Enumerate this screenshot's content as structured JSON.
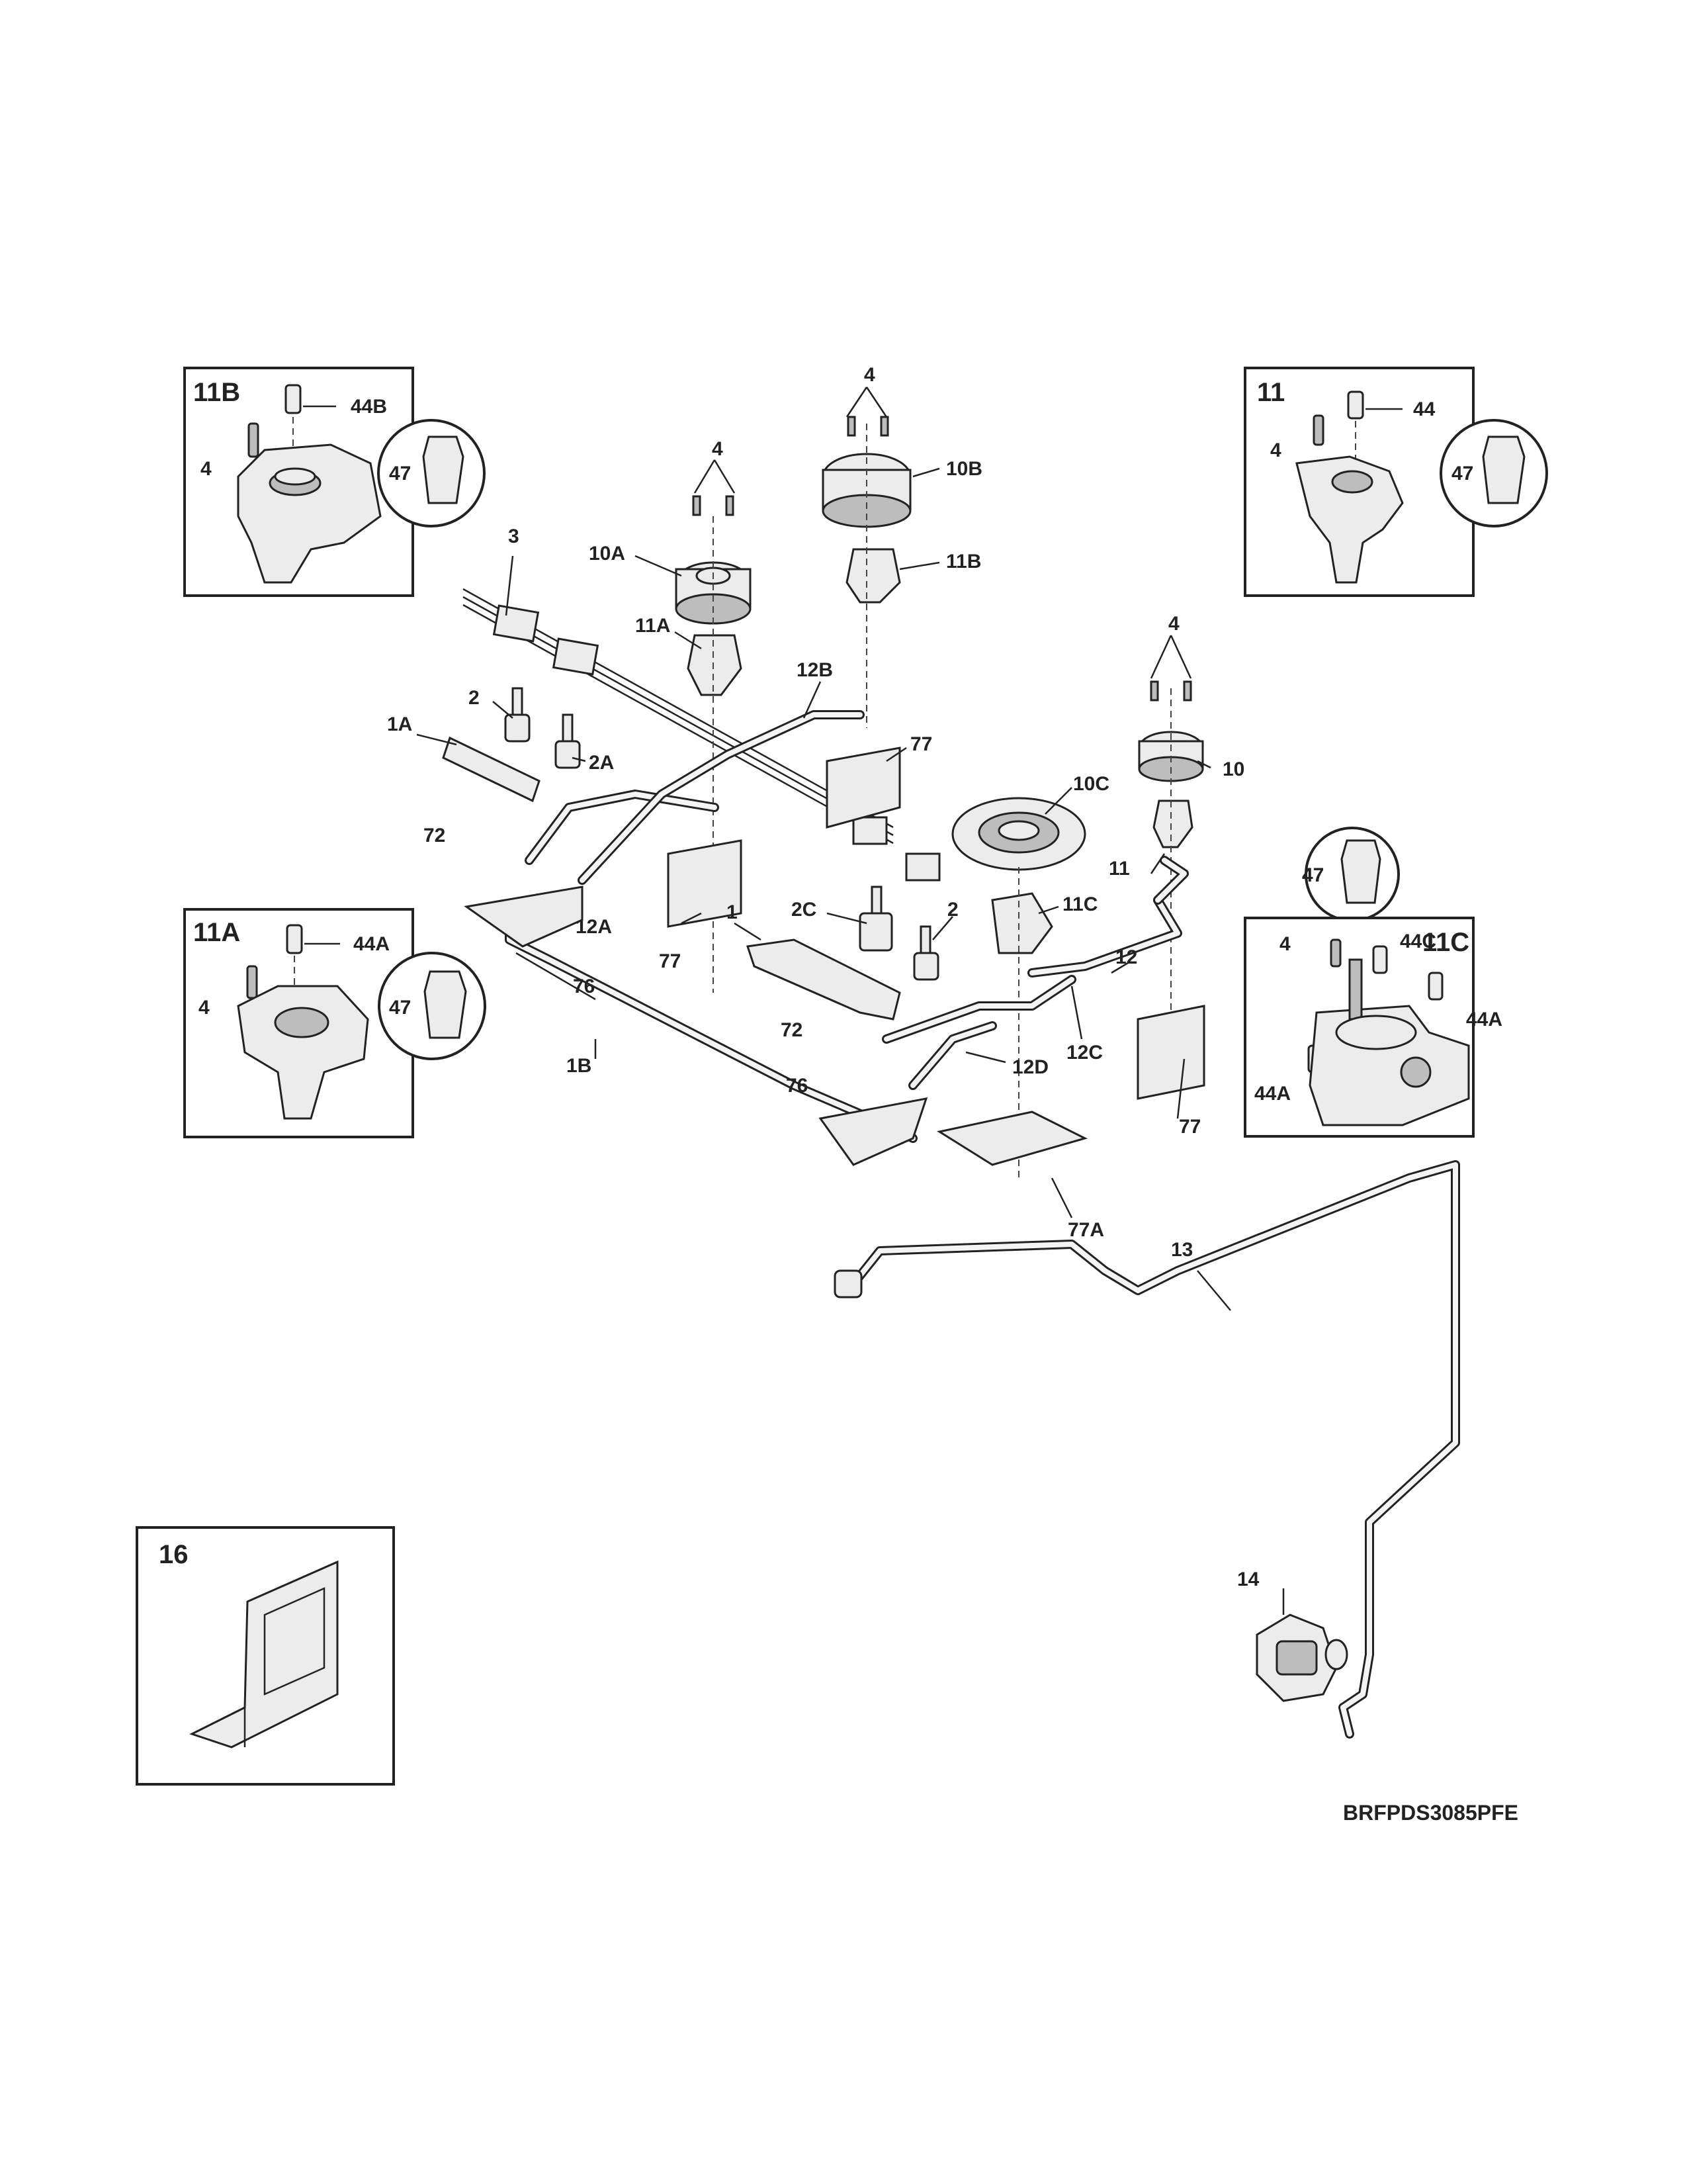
{
  "diagram_code": "BRFPDS3085PFE",
  "insets": {
    "b11B": {
      "title": "11B",
      "labels": {
        "screw": "4",
        "cap": "44B",
        "circle": "47"
      }
    },
    "b11": {
      "title": "11",
      "labels": {
        "screw": "4",
        "cap": "44",
        "circle": "47"
      }
    },
    "b11A": {
      "title": "11A",
      "labels": {
        "screw": "4",
        "cap": "44A",
        "circle": "47"
      }
    },
    "b11C": {
      "title": "11C",
      "labels": {
        "circle": "47",
        "screw": "4",
        "cap_c": "44C",
        "cap_a1": "44A",
        "cap_a2": "44A"
      }
    },
    "b16": {
      "title": "16"
    }
  },
  "callouts": {
    "c4_left": "4",
    "c4_mid": "4",
    "c4_right": "4",
    "c10A": "10A",
    "c10B": "10B",
    "c11B": "11B",
    "c11A": "11A",
    "c3": "3",
    "c12B": "12B",
    "c2_left": "2",
    "c2A": "2A",
    "c1A": "1A",
    "c72_left": "72",
    "c77_top": "77",
    "c10": "10",
    "c10C": "10C",
    "c11": "11",
    "c12A": "12A",
    "c76_left": "76",
    "c77_mid": "77",
    "c1": "1",
    "c2C": "2C",
    "c2_right": "2",
    "c11C": "11C",
    "c12": "12",
    "c72_mid": "72",
    "c12C": "12C",
    "c12D": "12D",
    "c1B": "1B",
    "c76_bottom": "76",
    "c77A": "77A",
    "c77_right": "77",
    "c13": "13",
    "c14": "14"
  }
}
